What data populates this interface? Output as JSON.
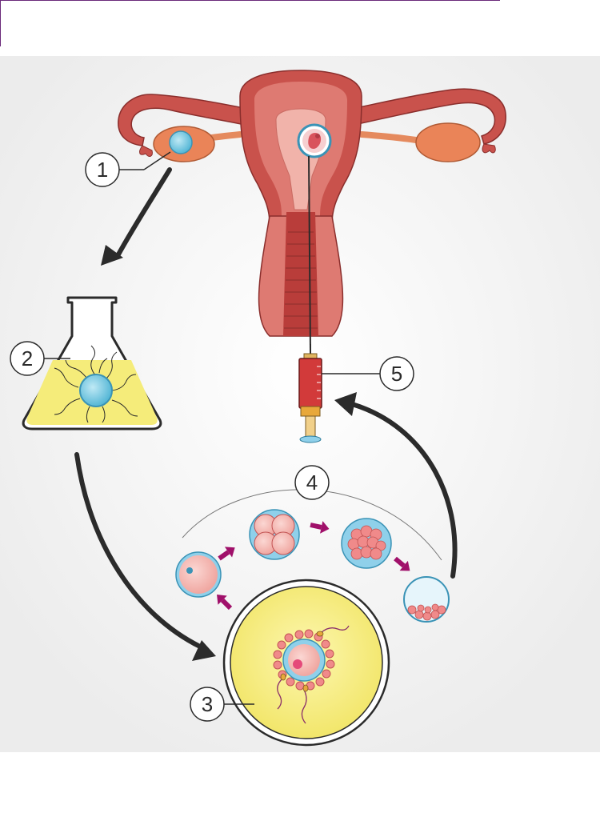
{
  "steps": [
    {
      "label": "1"
    },
    {
      "label": "2"
    },
    {
      "label": "3"
    },
    {
      "label": "4"
    },
    {
      "label": "5"
    }
  ],
  "colors": {
    "tissue_dark": "#c9524c",
    "tissue_mid": "#de7a72",
    "tissue_light": "#f1b3aa",
    "ovary": "#ea8458",
    "culture_yellow": "#f5ec7a",
    "egg_blue": "#7fcde5",
    "syringe_red": "#d23a3a",
    "arrow_dark": "#2b2b2b",
    "arrow_magenta": "#a0106a",
    "cell_pink": "#f4b9b5"
  }
}
